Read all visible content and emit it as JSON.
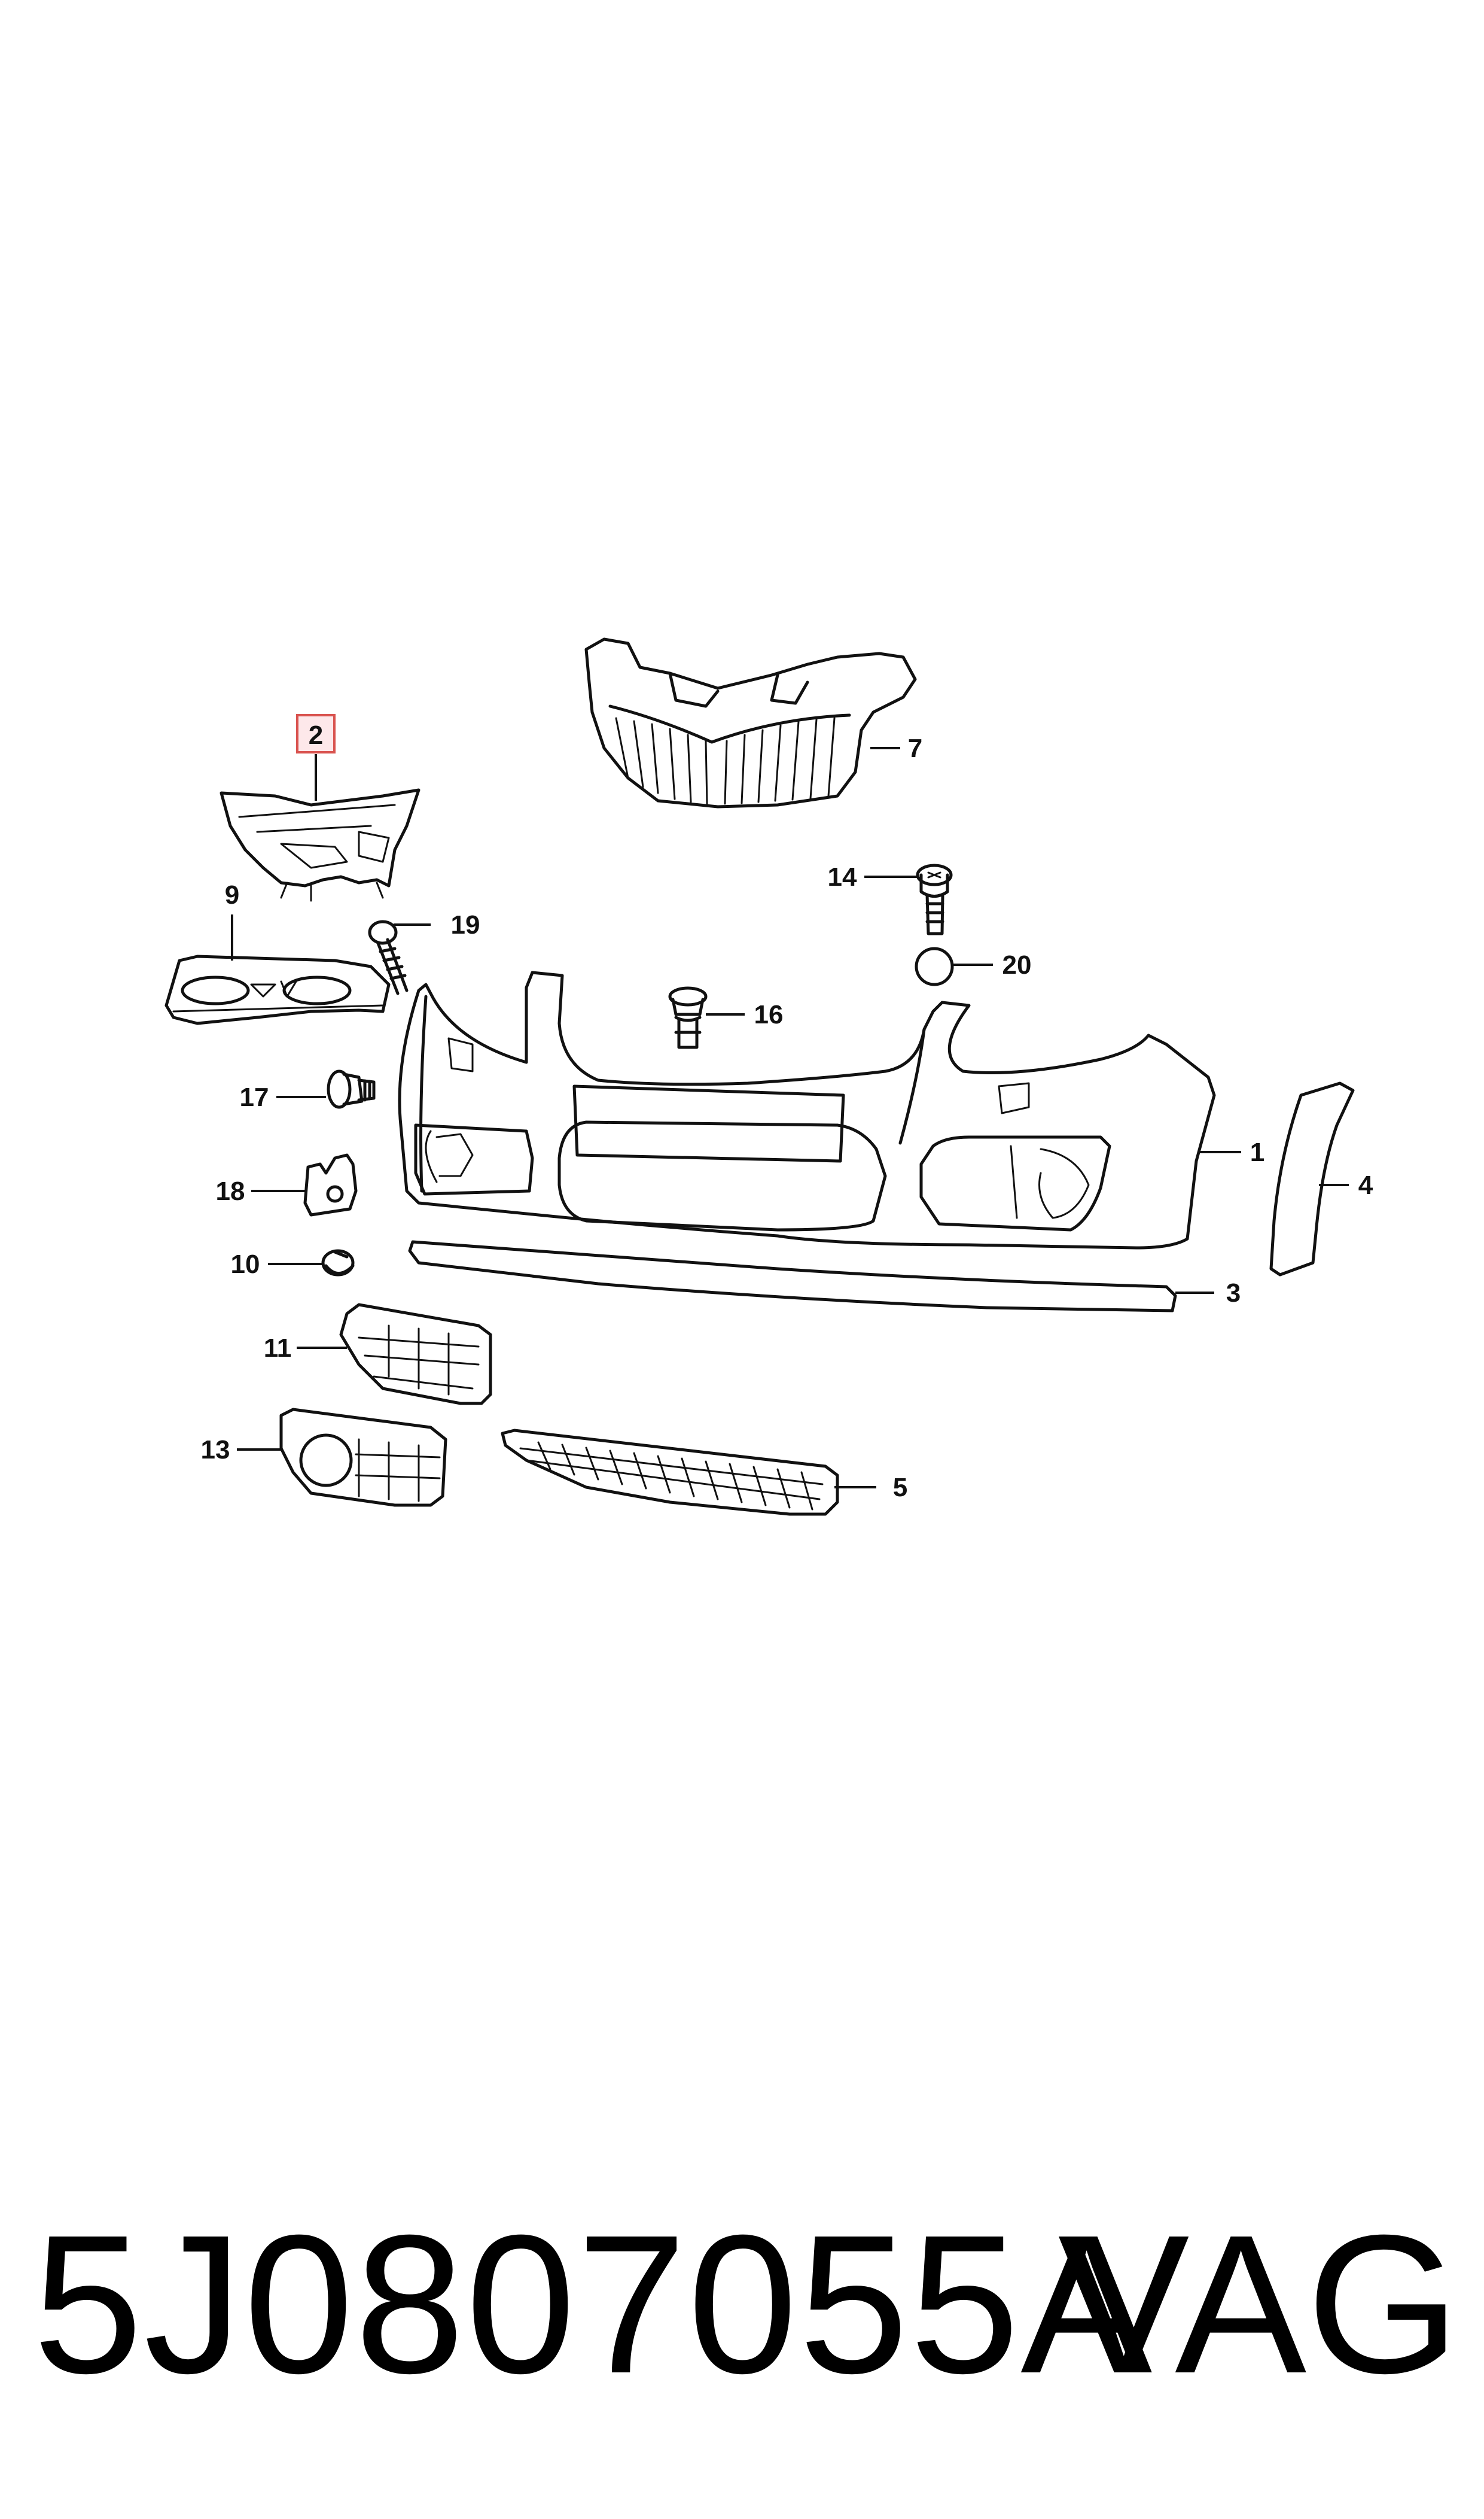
{
  "callouts": {
    "c1": "1",
    "c2": "2",
    "c3": "3",
    "c4": "4",
    "c5": "5",
    "c7": "7",
    "c9": "9",
    "c10": "10",
    "c11": "11",
    "c13": "13",
    "c14": "14",
    "c16": "16",
    "c17": "17",
    "c18": "18",
    "c19": "19",
    "c20": "20"
  },
  "highlighted_callout": "2",
  "footer": {
    "part_number": "5J0807055A",
    "brand": "VAG"
  },
  "colors": {
    "line": "#111111",
    "highlight_border": "#d9534f",
    "highlight_fill": "#fde8ea"
  }
}
